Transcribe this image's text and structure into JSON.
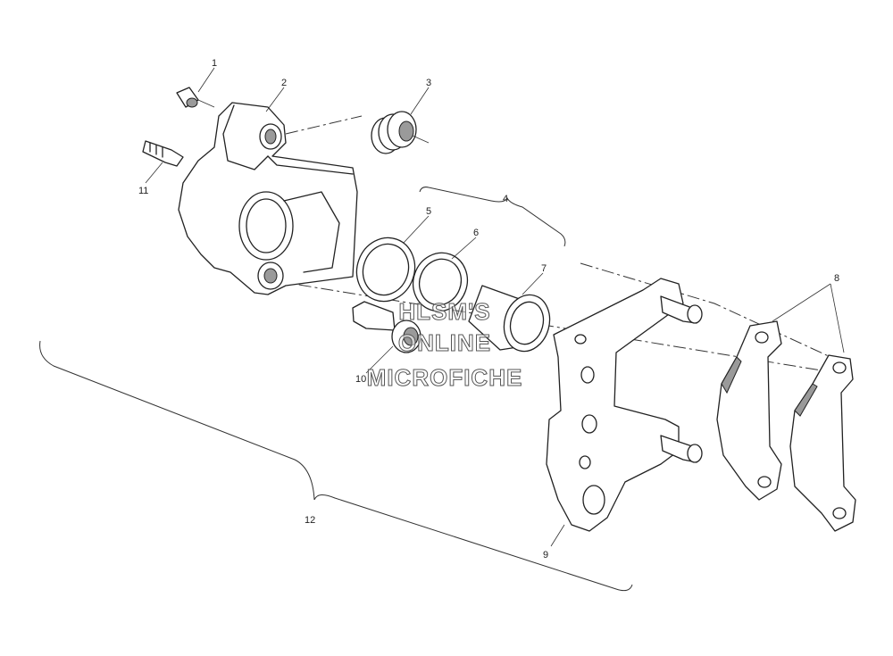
{
  "callouts": {
    "c1": "1",
    "c2": "2",
    "c3": "3",
    "c4": "4",
    "c5": "5",
    "c6": "6",
    "c7": "7",
    "c8": "8",
    "c9": "9",
    "c10": "10",
    "c11": "11",
    "c12": "12"
  },
  "watermark": {
    "line1": "HLSM'S",
    "line2": "ONLINE",
    "line3": "MICROFICHE"
  }
}
